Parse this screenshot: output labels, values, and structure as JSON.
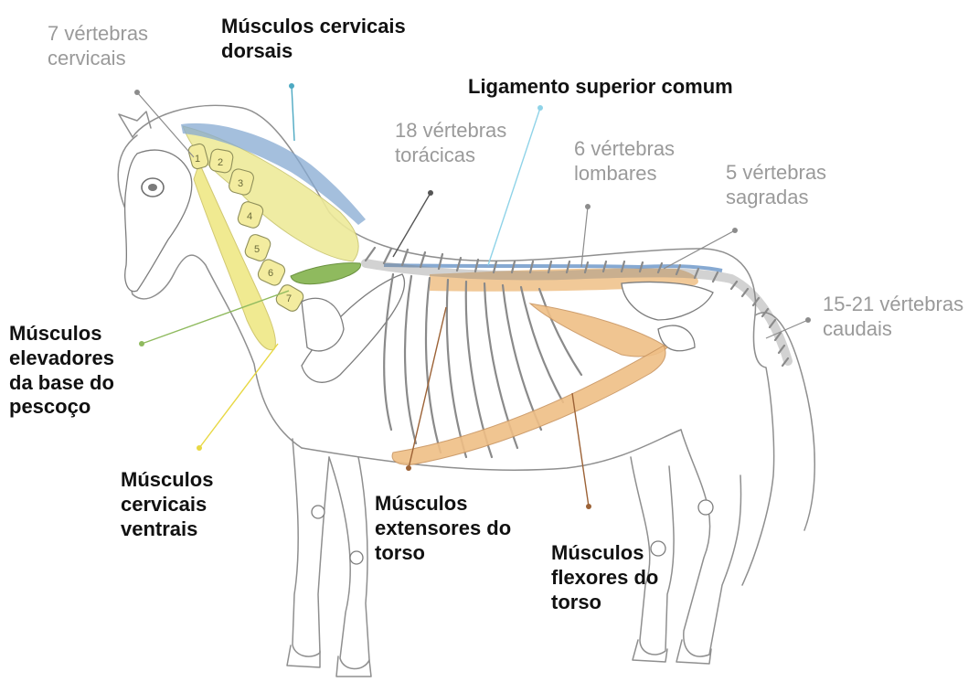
{
  "labels": {
    "cervical_vertebrae": "7 vértebras\ncervicais",
    "dorsal_cervical_muscles": "Músculos cervicais\ndorsais",
    "superior_ligament": "Ligamento superior comum",
    "thoracic_vertebrae": "18 vértebras\ntorácicas",
    "lumbar_vertebrae": "6 vértebras\nlombares",
    "sacral_vertebrae": "5 vértebras\nsagradas",
    "caudal_vertebrae": "15-21 vértebras\ncaudais",
    "neck_base_elevators": "Músculos\nelevadores\nda base do\npescoço",
    "ventral_cervical_muscles": "Músculos\ncervicais\nventrais",
    "torso_extensors": "Músculos\nextensores do\ntorso",
    "torso_flexors": "Músculos\nflexores do\ntorso"
  },
  "vertebra_numbers": [
    "1",
    "2",
    "3",
    "4",
    "5",
    "6",
    "7"
  ],
  "colors": {
    "label_gray": "#9a9a9a",
    "label_dark": "#111111",
    "dorsal_cervical": "#4da9c2",
    "ligament": "#8fd3e8",
    "neck_elevator": "#8fba5e",
    "ventral_cervical": "#e8d844",
    "extensor": "#9c6236",
    "flexor": "#9c6236",
    "leader_gray": "#8c8c8c",
    "thoracic_leader": "#555555",
    "muscle_yellow": "#eeea9a",
    "muscle_orange": "#efbf86",
    "ligament_blue": "#86a9d2"
  }
}
